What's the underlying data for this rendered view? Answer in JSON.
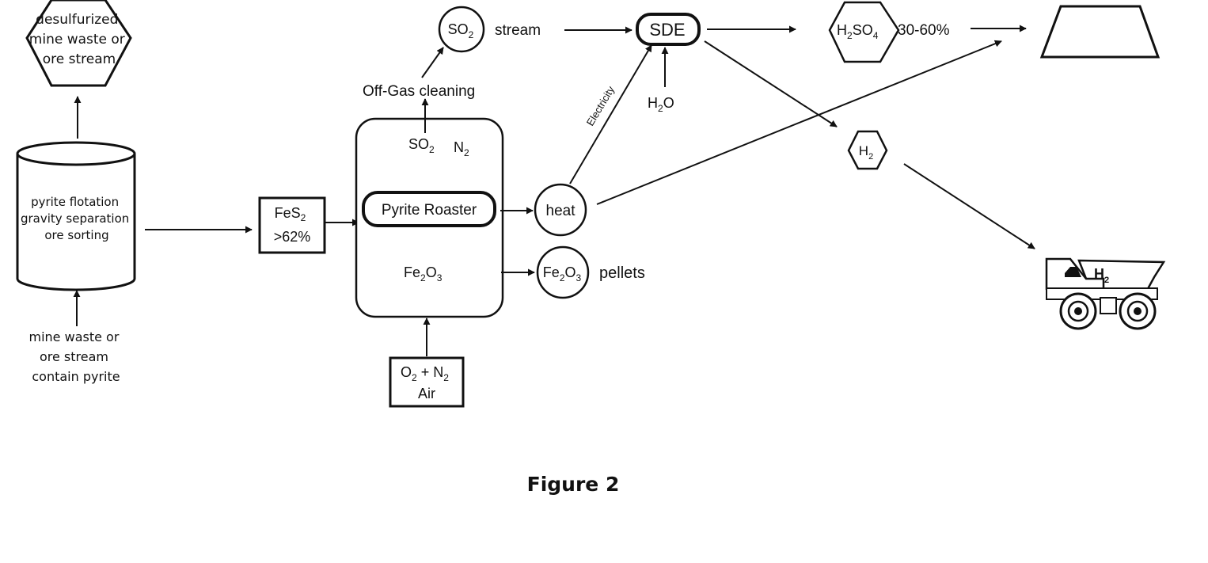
{
  "nodes": {
    "desulfurized": {
      "lines": [
        "desulfurized",
        "mine waste or",
        "ore stream"
      ]
    },
    "separation": {
      "lines": [
        "pyrite flotation",
        "gravity separation",
        "ore sorting"
      ]
    },
    "mine_waste": {
      "lines": [
        "mine waste or",
        "ore stream",
        "contain pyrite"
      ]
    },
    "fes2": {
      "line1_base": "FeS",
      "line1_sub": "2",
      "line2": ">62%"
    },
    "roaster": {
      "so2_base": "SO",
      "so2_sub": "2",
      "n2_base": "N",
      "n2_sub": "2",
      "label": "Pyrite Roaster",
      "fe2o3_a": "Fe",
      "fe2o3_sub1": "2",
      "fe2o3_b": "O",
      "fe2o3_sub2": "3"
    },
    "air": {
      "a": "O",
      "sub1": "2",
      "plus": " + N",
      "sub2": "2",
      "line2": "Air"
    },
    "off_gas": {
      "label": "Off-Gas cleaning"
    },
    "so2_stream": {
      "circle_base": "SO",
      "circle_sub": "2",
      "label": "stream"
    },
    "sde": {
      "label": "SDE"
    },
    "h2o": {
      "a": "H",
      "sub": "2",
      "b": "O"
    },
    "electricity": {
      "label": "Electricity"
    },
    "heat": {
      "label": "heat"
    },
    "pellets": {
      "a": "Fe",
      "sub1": "2",
      "b": "O",
      "sub2": "3",
      "label": "pellets"
    },
    "h2so4": {
      "a": "H",
      "sub1": "2",
      "b": "SO",
      "sub2": "4",
      "label": "30-60%"
    },
    "h2": {
      "a": "H",
      "sub": "2"
    },
    "truck": {
      "a": "H",
      "sub": "2"
    }
  },
  "caption": "Figure 2"
}
